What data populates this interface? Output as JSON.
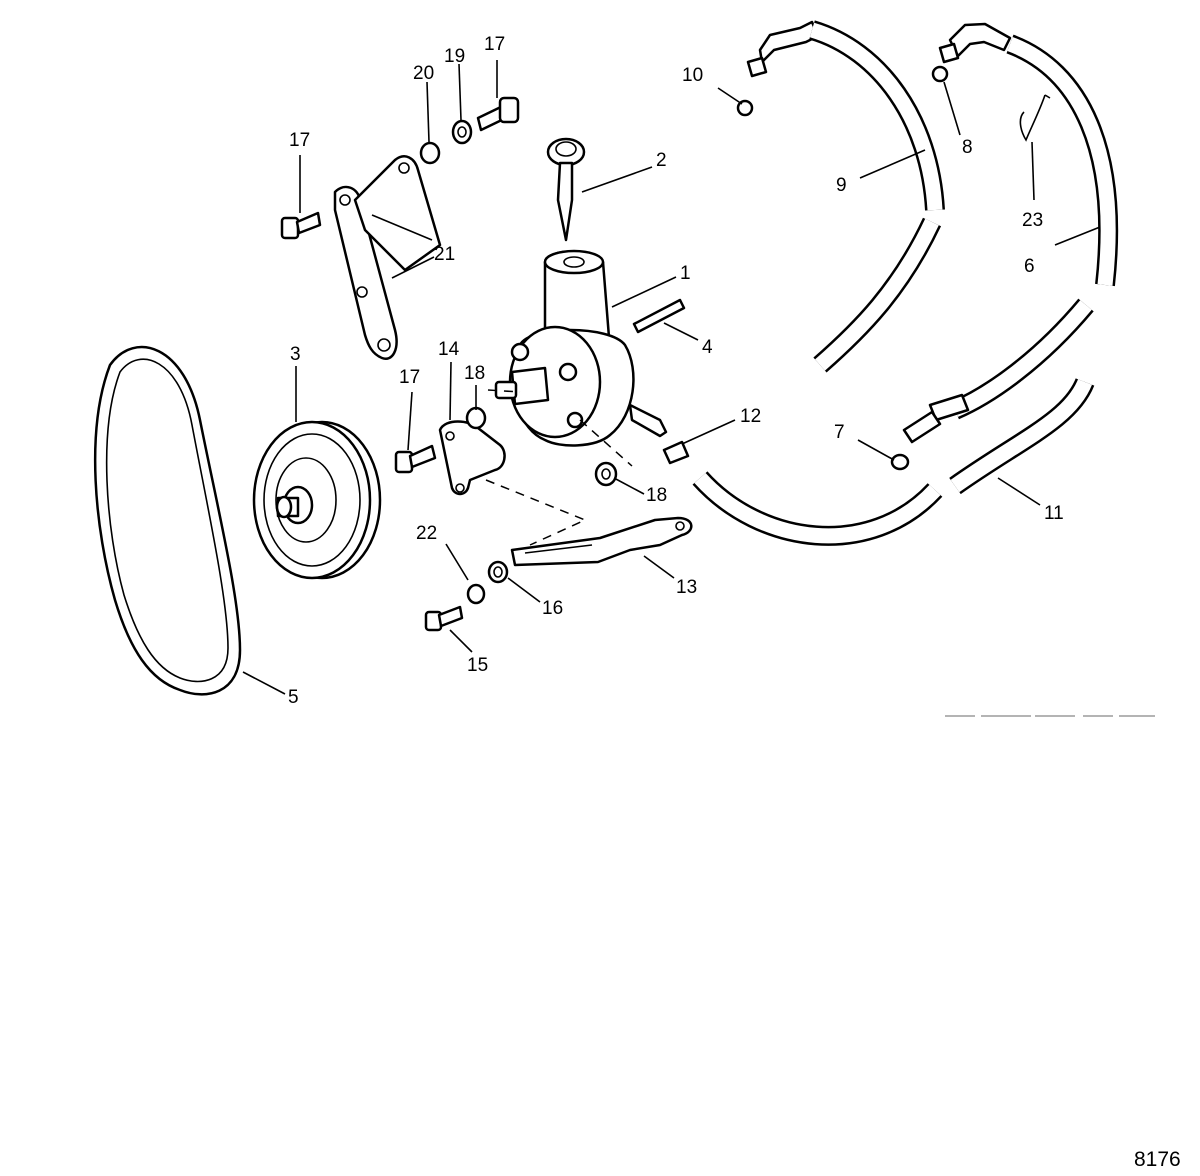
{
  "diagram": {
    "reference_number": "8176",
    "callouts": [
      {
        "id": "c1",
        "text": "1"
      },
      {
        "id": "c2",
        "text": "2"
      },
      {
        "id": "c3",
        "text": "3"
      },
      {
        "id": "c4",
        "text": "4"
      },
      {
        "id": "c5",
        "text": "5"
      },
      {
        "id": "c6",
        "text": "6"
      },
      {
        "id": "c7",
        "text": "7"
      },
      {
        "id": "c8",
        "text": "8"
      },
      {
        "id": "c9",
        "text": "9"
      },
      {
        "id": "c10",
        "text": "10"
      },
      {
        "id": "c11",
        "text": "11"
      },
      {
        "id": "c12",
        "text": "12"
      },
      {
        "id": "c13",
        "text": "13"
      },
      {
        "id": "c14",
        "text": "14"
      },
      {
        "id": "c15",
        "text": "15"
      },
      {
        "id": "c16",
        "text": "16"
      },
      {
        "id": "c17a",
        "text": "17"
      },
      {
        "id": "c17b",
        "text": "17"
      },
      {
        "id": "c17c",
        "text": "17"
      },
      {
        "id": "c18a",
        "text": "18"
      },
      {
        "id": "c18b",
        "text": "18"
      },
      {
        "id": "c19",
        "text": "19"
      },
      {
        "id": "c20",
        "text": "20"
      },
      {
        "id": "c21",
        "text": "21"
      },
      {
        "id": "c22",
        "text": "22"
      },
      {
        "id": "c23",
        "text": "23"
      }
    ]
  }
}
